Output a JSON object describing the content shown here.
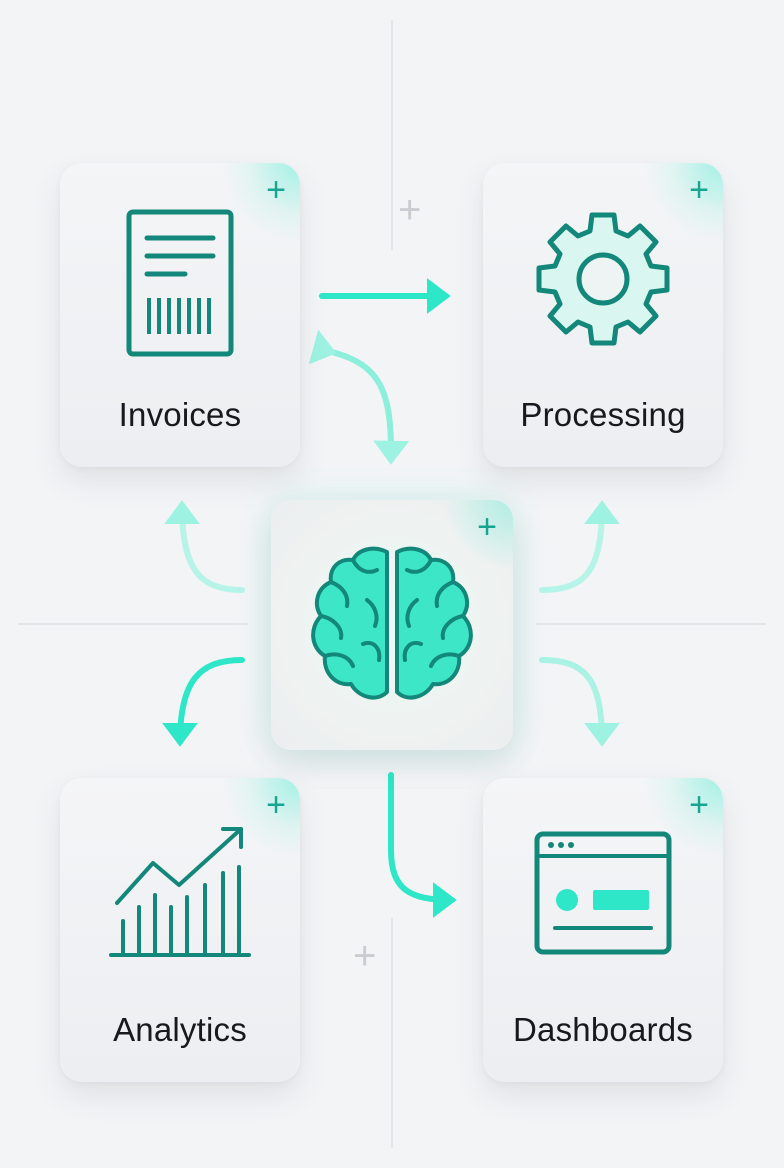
{
  "colors": {
    "accent": "#2ee6c8",
    "accent_dark": "#12877a",
    "card_bg": "#f0f2f4",
    "background": "#f3f4f6",
    "label_text": "#16191d"
  },
  "diagram": {
    "center": {
      "icon": "brain-icon",
      "plus": "+"
    },
    "nodes": [
      {
        "id": "invoices",
        "label": "Invoices",
        "icon": "invoice-document-icon",
        "plus": "+"
      },
      {
        "id": "processing",
        "label": "Processing",
        "icon": "gear-icon",
        "plus": "+"
      },
      {
        "id": "analytics",
        "label": "Analytics",
        "icon": "growth-chart-icon",
        "plus": "+"
      },
      {
        "id": "dashboards",
        "label": "Dashboards",
        "icon": "dashboard-window-icon",
        "plus": "+"
      }
    ],
    "connections": [
      {
        "from": "invoices",
        "to": "processing",
        "style": "solid"
      },
      {
        "from": "invoices",
        "to": "center",
        "style": "bidirectional"
      },
      {
        "from": "center",
        "to": "invoices",
        "style": "faded"
      },
      {
        "from": "center",
        "to": "processing",
        "style": "faded"
      },
      {
        "from": "center",
        "to": "analytics",
        "style": "solid"
      },
      {
        "from": "center",
        "to": "dashboards",
        "style": "faded"
      },
      {
        "from": "center",
        "to": "dashboards",
        "style": "solid"
      }
    ],
    "background_marks": [
      "+",
      "+",
      "+"
    ]
  }
}
